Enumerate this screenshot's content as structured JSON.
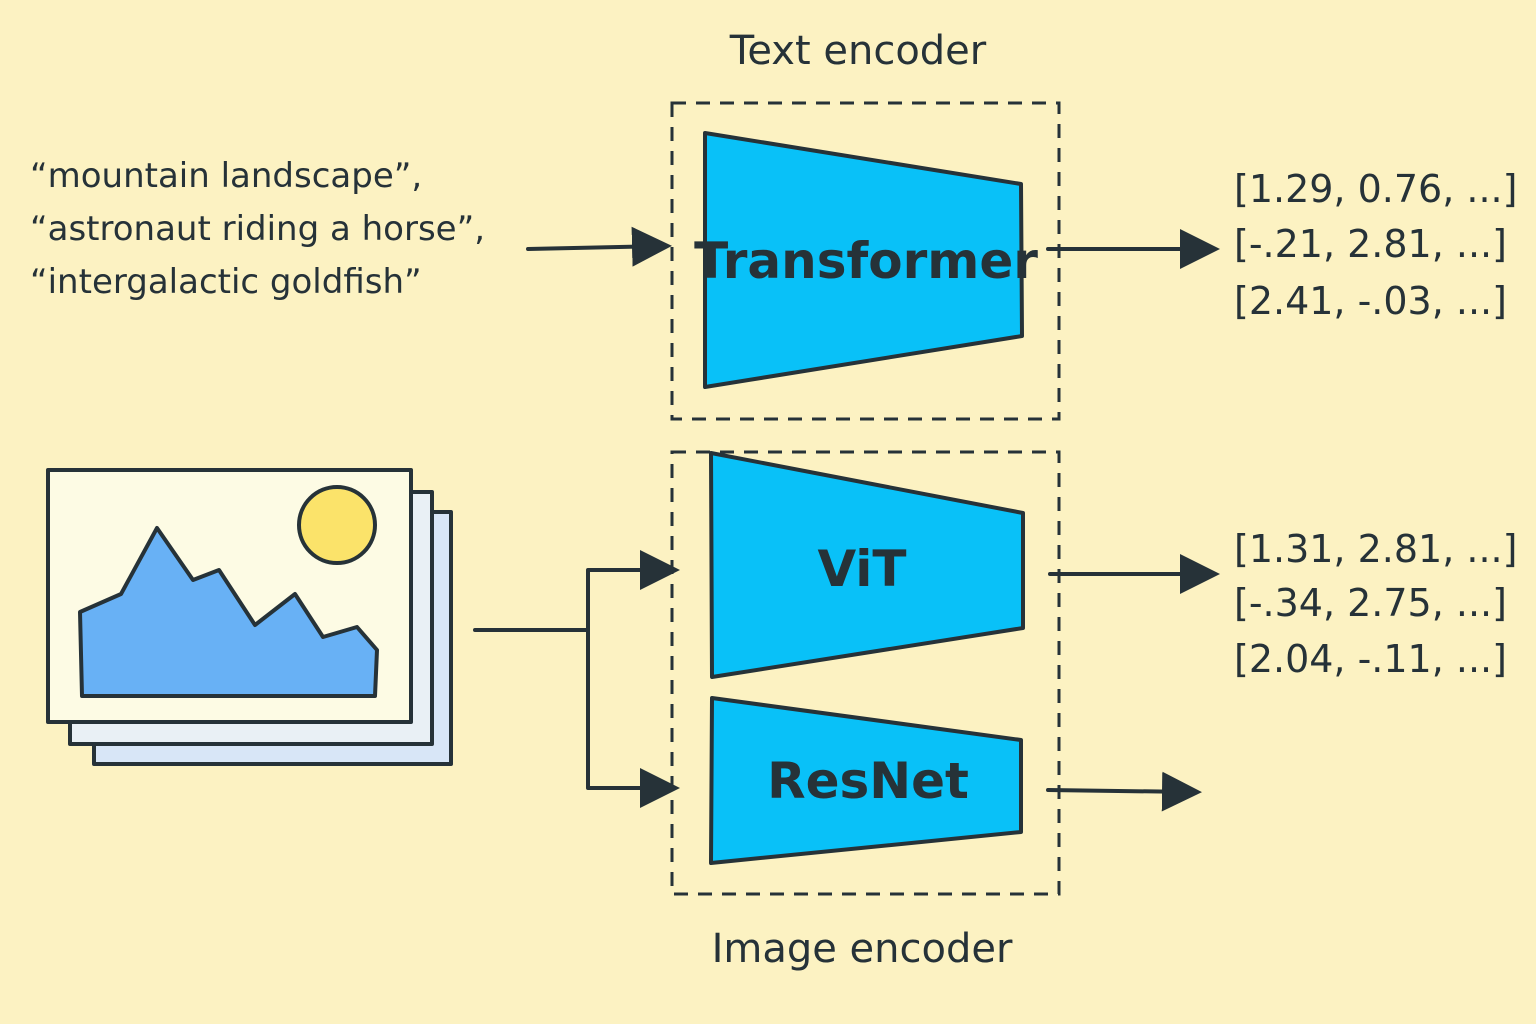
{
  "text_encoder": {
    "title": "Text encoder",
    "model": "Transformer",
    "prompts": [
      "“mountain landscape”,",
      "“astronaut riding a horse”,",
      "“intergalactic goldfish”"
    ],
    "embeddings": [
      "[1.29, 0.76, ...]",
      "[-.21, 2.81, ...]",
      "[2.41, -.03, ...]"
    ]
  },
  "image_encoder": {
    "title": "Image encoder",
    "models": [
      "ViT",
      "ResNet"
    ],
    "embeddings": [
      "[1.31, 2.81, ...]",
      "[-.34, 2.75, ...]",
      "[2.04, -.11, ...]"
    ]
  },
  "colors": {
    "background": "#fcf2c2",
    "encoder_fill": "#09c1f8",
    "stroke": "#263238",
    "mountain": "#68b1f5",
    "sun": "#fbe36a",
    "photo": "#fdfbe4",
    "photo_back": "#d8e6f7"
  }
}
